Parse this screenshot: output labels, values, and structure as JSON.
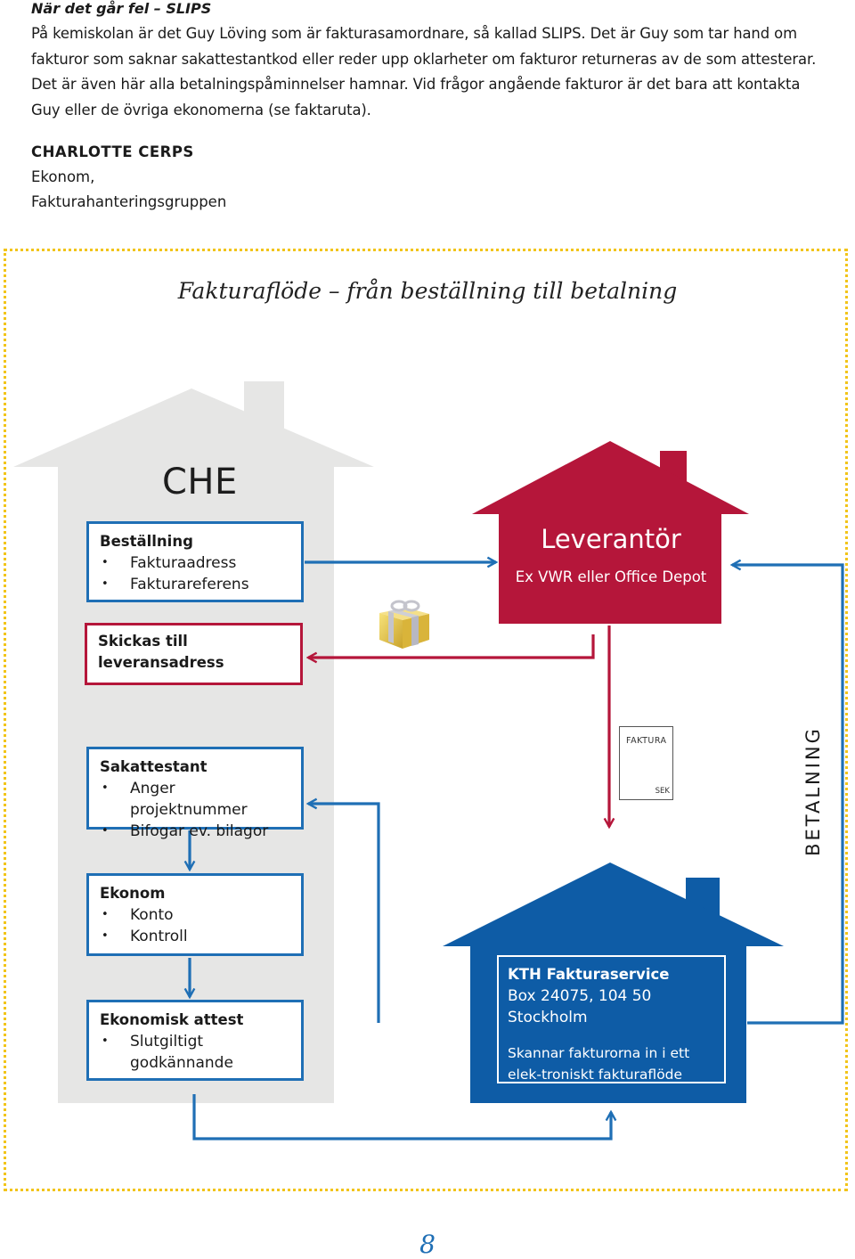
{
  "intro": {
    "heading": "När det går fel – SLIPS",
    "paragraph": "På kemiskolan är det Guy Löving som är fakturasamordnare, så kallad SLIPS. Det är Guy som tar hand om fakturor som saknar sakattestantkod eller reder upp oklarheter om fakturor returneras av de som attesterar. Det är även här alla betalningspåminnelser hamnar. Vid frågor angående fakturor är det bara att kontakta Guy eller de övriga ekonomerna (se faktaruta)."
  },
  "author": {
    "name": "CHARLOTTE CERPS",
    "role_line1": "Ekonom,",
    "role_line2": "Fakturahanteringsgruppen"
  },
  "diagram": {
    "title": "Fakturaflöde – från beställning till betalning",
    "che_label": "CHE",
    "leverantor": {
      "title": "Leverantör",
      "subtitle": "Ex VWR eller Office Depot"
    },
    "bestallning": {
      "title": "Beställning",
      "items": [
        "Fakturaadress",
        "Fakturareferens"
      ]
    },
    "skickas": {
      "line1": "Skickas till",
      "line2": "leveransadress"
    },
    "sakattestant": {
      "title": "Sakattestant",
      "items": [
        "Anger projektnummer",
        "Bifogar ev. bilagor"
      ]
    },
    "ekonom": {
      "title": "Ekonom",
      "items": [
        "Konto",
        "Kontroll"
      ]
    },
    "ekonomisk_attest": {
      "title": "Ekonomisk attest",
      "items": [
        "Slutgiltigt",
        "godkännande"
      ]
    },
    "kth": {
      "title": "KTH Fakturaservice",
      "address": "Box 24075, 104 50 Stockholm",
      "description": "Skannar fakturorna in i ett elek-troniskt fakturaflöde"
    },
    "invoice": {
      "title": "FAKTURA",
      "currency": "SEK"
    },
    "betalning": "BETALNING"
  },
  "page_number": "8",
  "colors": {
    "blue": "#1f6fb5",
    "red": "#b5163a",
    "grey_house": "#e6e6e5",
    "kth_blue": "#0e5ca6",
    "dotted_border": "#f2c419"
  }
}
